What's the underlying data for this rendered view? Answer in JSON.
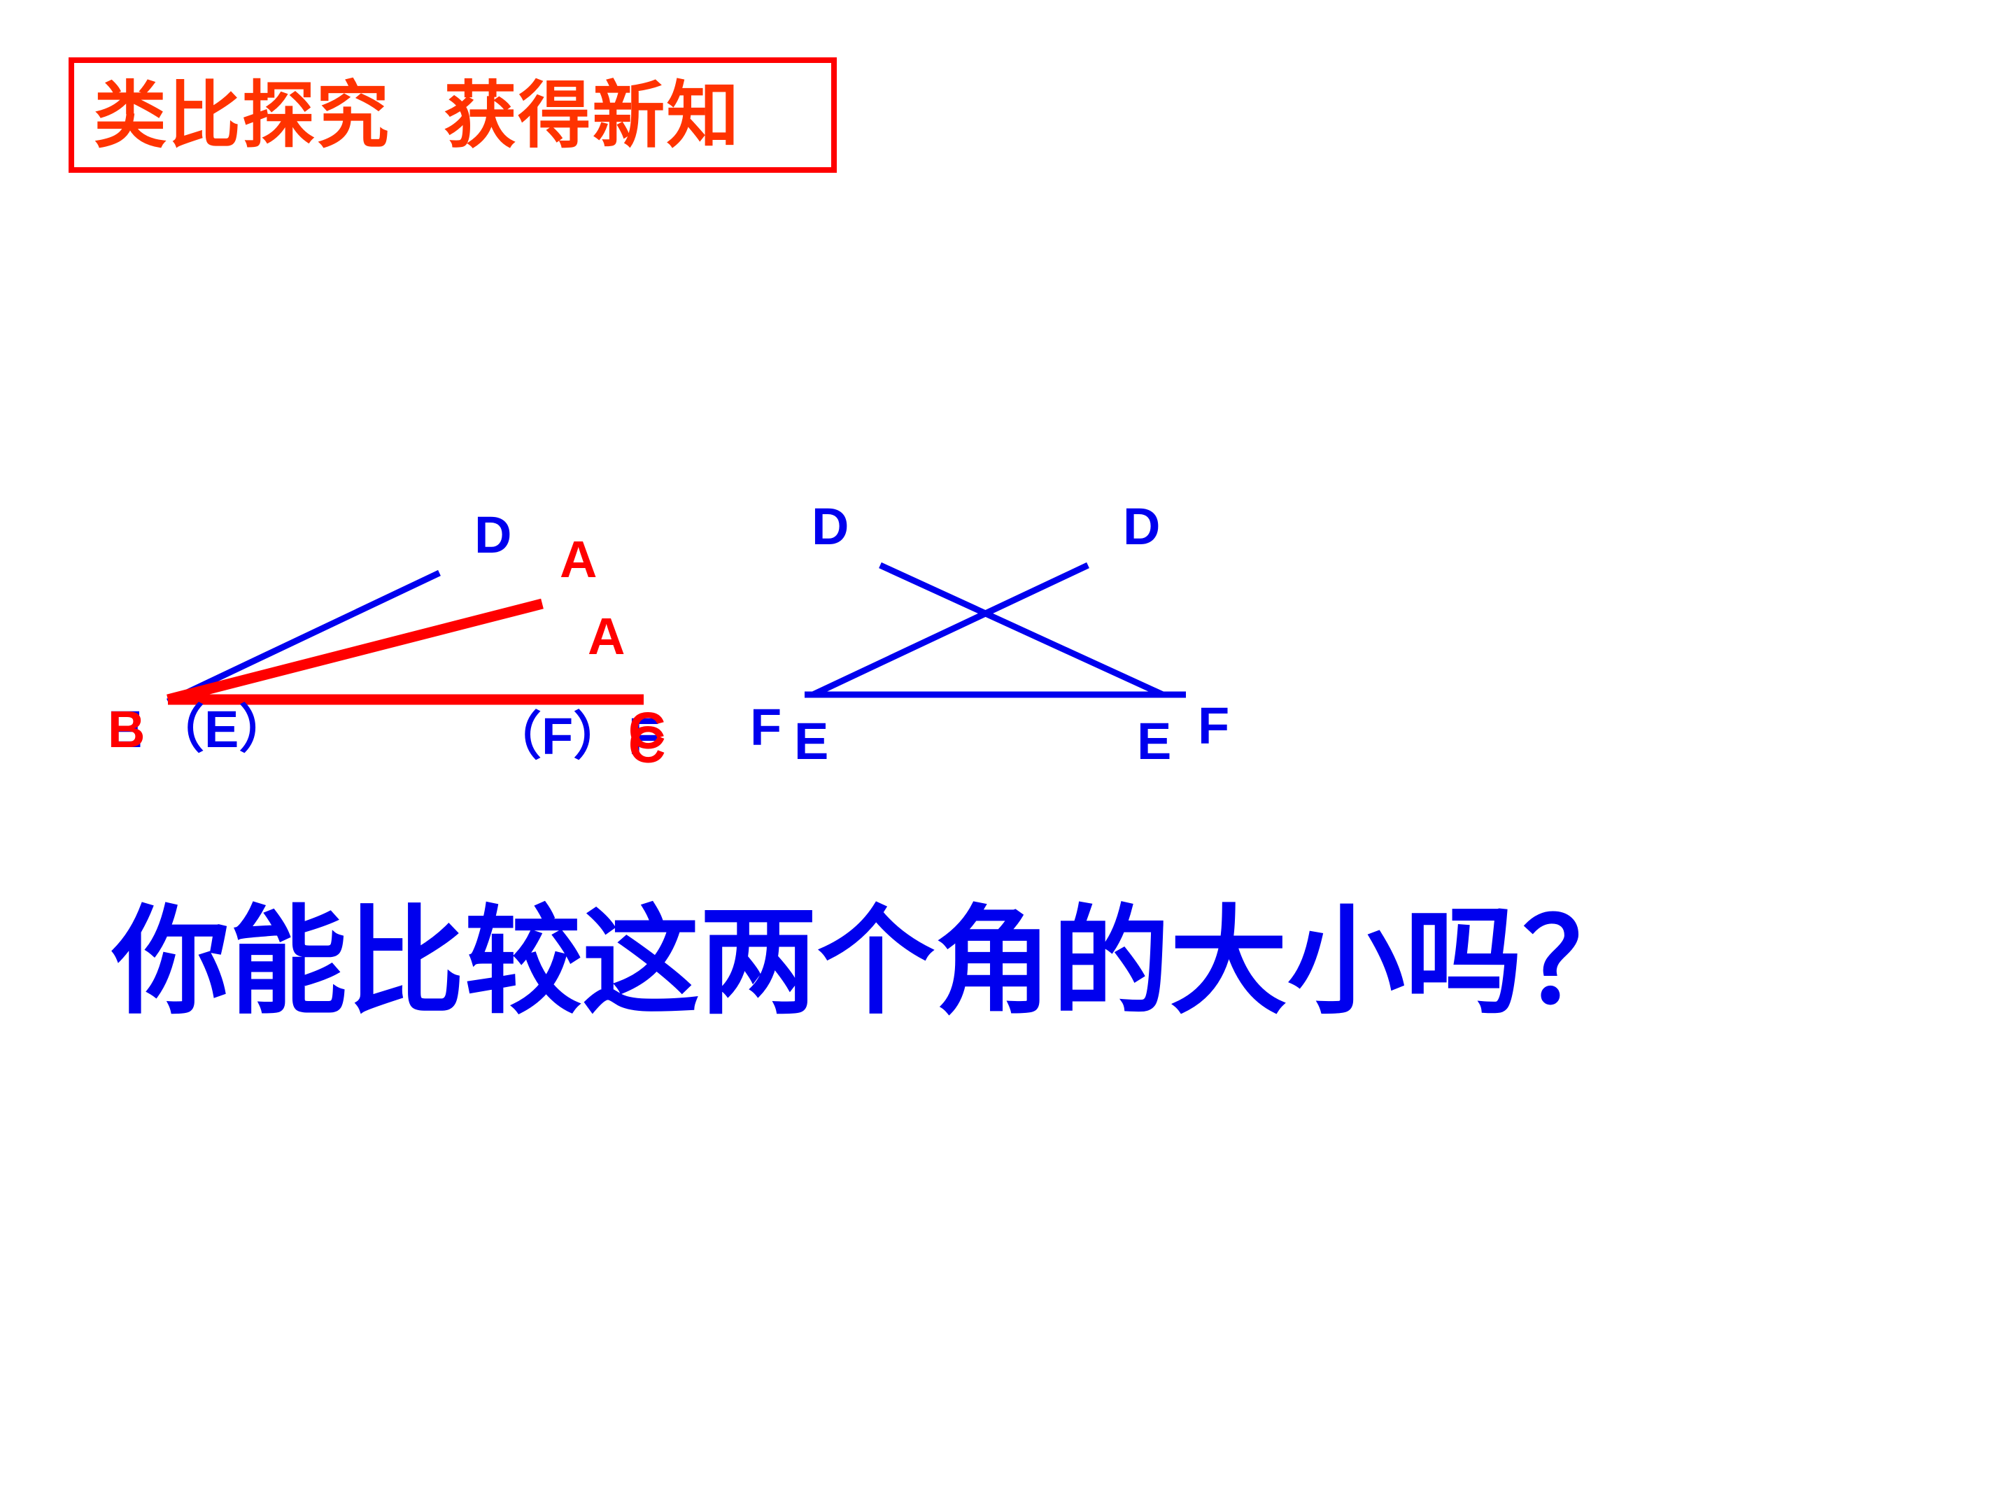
{
  "title": "类比探究  获得新知",
  "question": "你能比较这两个角的大小吗？",
  "colors": {
    "red": "#ff0000",
    "blue": "#0000ee",
    "title": "#ff3300"
  },
  "figure_left": {
    "labels": {
      "D": "D",
      "A_top": "A",
      "A_lower": "A",
      "B_stack": "B",
      "E_paren": "（E）",
      "F_paren": "（F）",
      "C_stack": "C"
    }
  },
  "figure_right": {
    "labels": {
      "D_left": "D",
      "D_right": "D",
      "F_left": "F",
      "E_left": "E",
      "E_right": "E",
      "F_right": "F"
    }
  }
}
